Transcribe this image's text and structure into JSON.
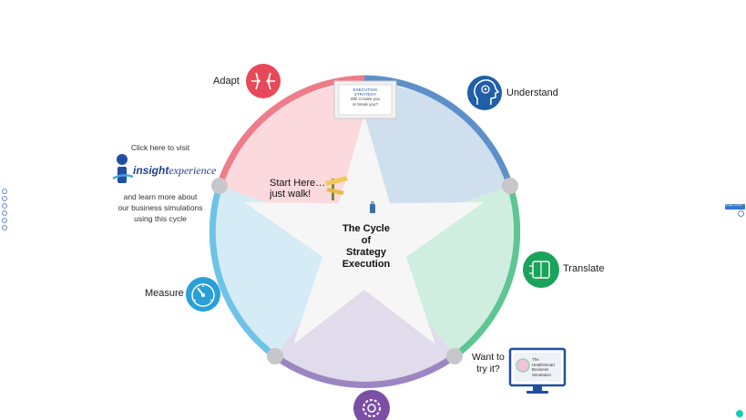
{
  "center": {
    "line1": "The Cycle",
    "line2": "of",
    "line3": "Strategy",
    "line4": "Execution"
  },
  "stages": {
    "adapt": "Adapt",
    "understand": "Understand",
    "translate": "Translate",
    "measure": "Measure"
  },
  "start_here": {
    "line1": "Start Here…",
    "line2": "just walk!"
  },
  "promo": {
    "top": "Click here to visit",
    "logo_bold": "insight",
    "logo_rest": "experience",
    "line1": "and learn more about",
    "line2": "our business simulations",
    "line3": "using this cycle"
  },
  "book_card": {
    "line1": "EXECUTING",
    "line2": "STRATEGY",
    "line3": "Will it make you",
    "line4": "or break you?"
  },
  "try_it": {
    "line1": "Want to",
    "line2": "try it?"
  },
  "monitor": {
    "line1": "The",
    "line2": "HealthSmart",
    "line3": "Business",
    "line4": "Simulation"
  },
  "right_tag": "Create a prezi",
  "colors": {
    "adapt": "#e8495a",
    "understand": "#1f5fa6",
    "translate": "#1aa35a",
    "measure": "#2a9fd8",
    "execute": "#7b4fa5"
  }
}
